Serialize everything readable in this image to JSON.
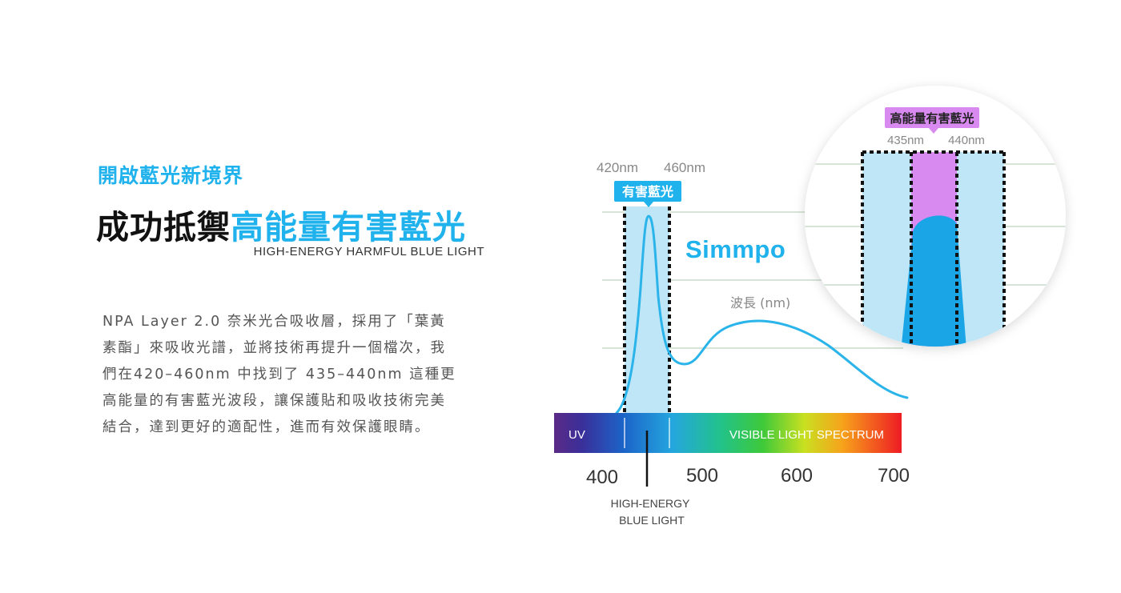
{
  "left": {
    "kicker": "開啟藍光新境界",
    "headline_part1": "成功抵禦",
    "headline_part2": "高能量有害藍光",
    "subhead": "HIGH-ENERGY HARMFUL BLUE LIGHT",
    "body_lines": [
      "NPA Layer 2.0 奈米光合吸收層，採用了「葉黃",
      "素酯」來吸收光譜，並將技術再提升一個檔次，我",
      "們在420–460nm 中找到了 435–440nm 這種更",
      "高能量的有害藍光波段，讓保護貼和吸收技術完美",
      "結合，達到更好的適配性，進而有效保護眼睛。"
    ]
  },
  "diagram": {
    "range_left_label": "420nm",
    "range_right_label": "460nm",
    "range_tag": "有害藍光",
    "brand": "Simmpo",
    "wavelength_label": "波長 (nm)",
    "spectrum_uv": "UV",
    "spectrum_visible": "VISIBLE LIGHT SPECTRUM",
    "ticks": [
      "400",
      "500",
      "600",
      "700"
    ],
    "pointer_line1": "HIGH-ENERGY",
    "pointer_line2": "BLUE LIGHT",
    "zoom_tag": "高能量有害藍光",
    "zoom_left_label": "435nm",
    "zoom_right_label": "440nm"
  },
  "colors": {
    "accent_blue": "#1fb2ec",
    "band_fill": "#bfe6f7",
    "zoom_band": "#d98af0",
    "zoom_tag_bg": "#d98af0",
    "curve": "#2ab4ea",
    "gridline": "#d6e3d6"
  }
}
